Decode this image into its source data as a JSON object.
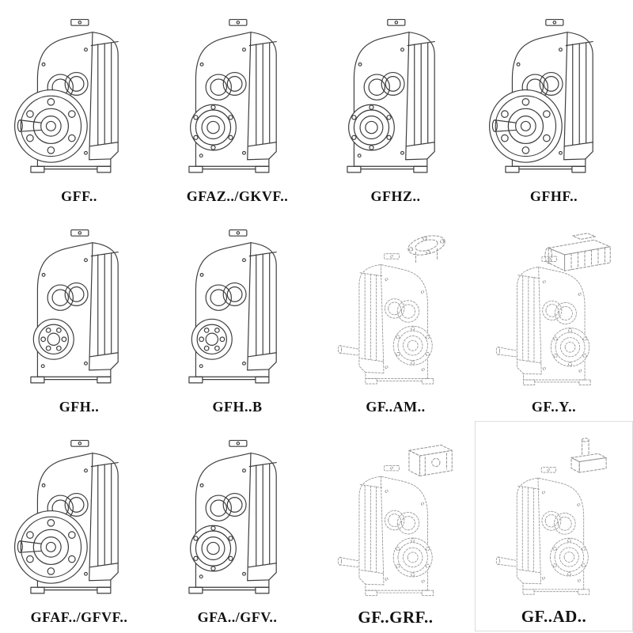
{
  "page": {
    "background": "#ffffff",
    "solid_stroke": "#3d3d3d",
    "dashed_stroke": "#949494",
    "label_color": "#111111"
  },
  "catalog": {
    "items": [
      {
        "label": "GFF..",
        "drawing": "flange-mounted-gearbox-solid"
      },
      {
        "label": "GFAZ../GKVF..",
        "drawing": "hollow-shaft-gearbox-solid"
      },
      {
        "label": "GFHZ..",
        "drawing": "hollow-shaft-gearbox-solid"
      },
      {
        "label": "GFHF..",
        "drawing": "flange-mounted-gearbox-solid"
      },
      {
        "label": "GFH..",
        "drawing": "foot-mounted-gearbox-solid"
      },
      {
        "label": "GFH..B",
        "drawing": "foot-mounted-gearbox-solid"
      },
      {
        "label": "GF..AM..",
        "drawing": "gearbox-with-motor-adapter-flange-dashed"
      },
      {
        "label": "GF..Y..",
        "drawing": "gearbox-with-mounted-motor-dashed"
      },
      {
        "label": "GFAF../GFVF..",
        "drawing": "flange-mounted-gearbox-solid"
      },
      {
        "label": "GFA../GFV..",
        "drawing": "hollow-shaft-gearbox-solid"
      },
      {
        "label": "GF..GRF..",
        "drawing": "gearbox-with-adapter-block-dashed"
      },
      {
        "label": "GF..AD..",
        "drawing": "gearbox-with-input-shaft-adapter-dashed"
      }
    ]
  }
}
